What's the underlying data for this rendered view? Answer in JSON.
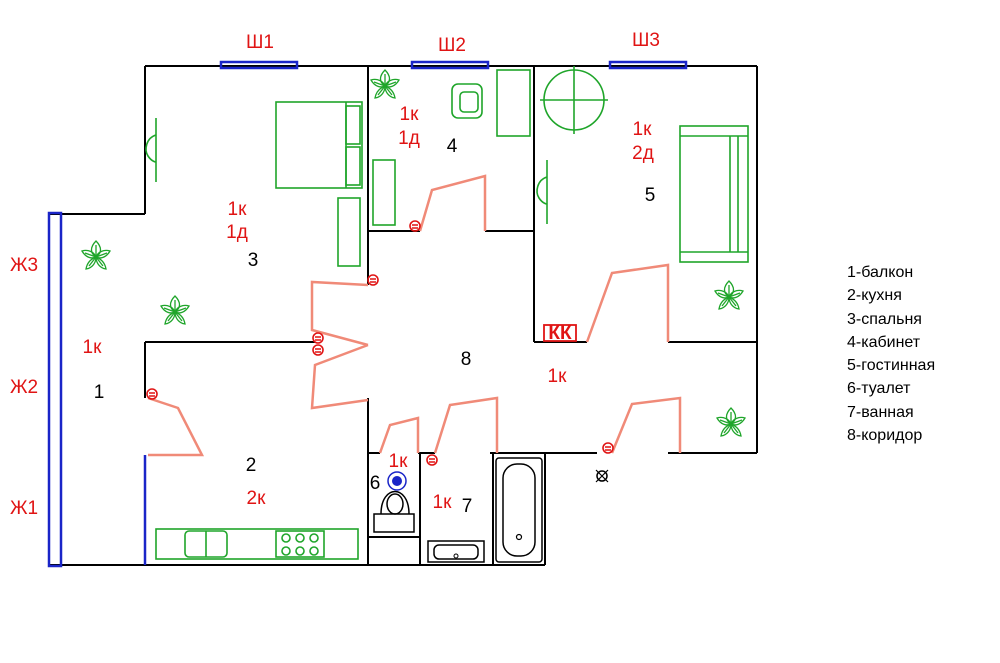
{
  "colors": {
    "wall": "#000000",
    "label": "#e01414",
    "door": "#f08a78",
    "furniture": "#1fa52a",
    "window": "#1a25c8"
  },
  "windows": {
    "sh1": "Ш1",
    "sh2": "Ш2",
    "sh3": "Ш3",
    "zh3": "Ж3",
    "zh2": "Ж2",
    "zh1": "Ж1"
  },
  "rooms": {
    "balcony": {
      "number": "1",
      "marks": [
        "1к"
      ]
    },
    "kitchen": {
      "number": "2",
      "marks": [
        "2к"
      ]
    },
    "bedroom": {
      "number": "3",
      "marks": [
        "1к",
        "1д"
      ]
    },
    "study": {
      "number": "4",
      "marks": [
        "1к",
        "1д"
      ]
    },
    "living": {
      "number": "5",
      "marks": [
        "1к",
        "2д"
      ]
    },
    "toilet": {
      "number": "6",
      "marks": [
        "1к"
      ]
    },
    "bathroom": {
      "number": "7",
      "marks": [
        "1к"
      ]
    },
    "corridor": {
      "number": "8",
      "marks": [
        "1к"
      ]
    }
  },
  "kk_label": "КК",
  "legend": [
    "1-балкон",
    "2-кухня",
    "3-спальня",
    "4-кабинет",
    "5-гостинная",
    "6-туалет",
    "7-ванная",
    "8-коридор"
  ]
}
